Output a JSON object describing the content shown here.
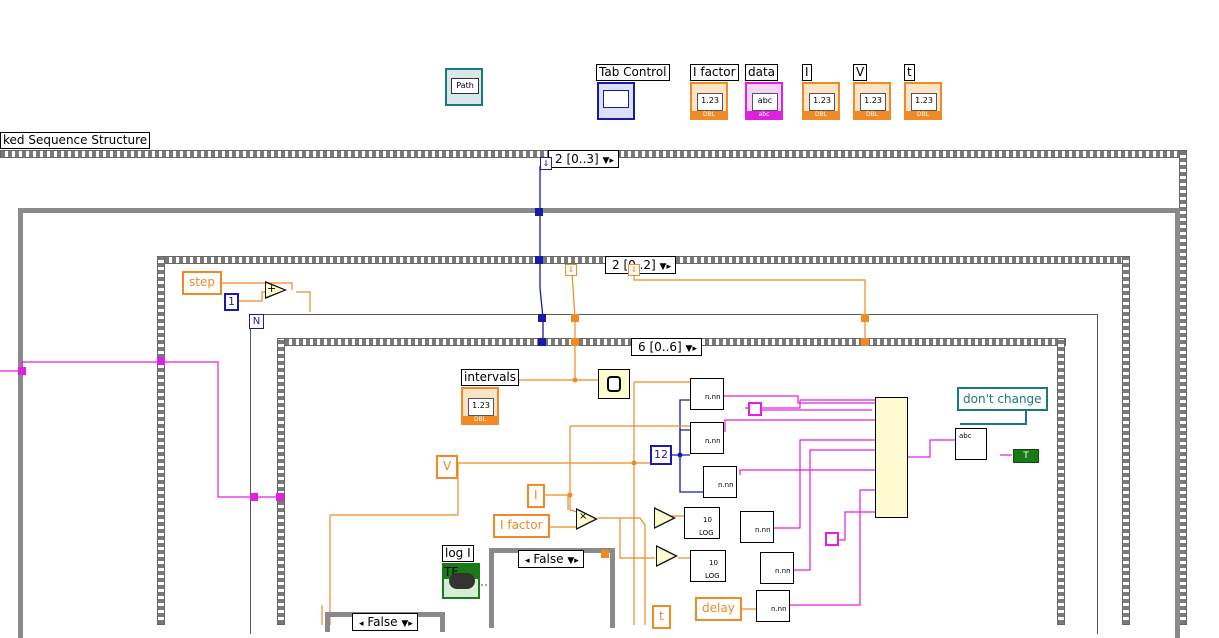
{
  "top_terminals": {
    "path_label": "Path",
    "tab_control": {
      "label": "Tab Control"
    },
    "i_factor": {
      "label": "I factor",
      "value": "1.23",
      "type": "DBL"
    },
    "data": {
      "label": "data",
      "value": "abc",
      "type": "abc"
    },
    "i": {
      "label": "I",
      "value": "1.23",
      "type": "DBL"
    },
    "v": {
      "label": "V",
      "value": "1.23",
      "type": "DBL"
    },
    "t": {
      "label": "t",
      "value": "1.23",
      "type": "DBL"
    }
  },
  "outer_structure": {
    "label": "ked Sequence Structure",
    "frame": "2 [0..3]"
  },
  "inner_sequence": {
    "frame": "2 [0..2]"
  },
  "innermost_sequence": {
    "frame": "6 [0..6]"
  },
  "for_loop": {
    "n_label": "N",
    "step_label": "step",
    "const_1": "1"
  },
  "controls": {
    "intervals": {
      "label": "intervals",
      "value": "1.23",
      "type": "DBL"
    },
    "log_i": {
      "label": "log I",
      "type": "TF"
    },
    "v_const": "V",
    "i_const": "I",
    "i_factor_const": "I factor",
    "delay_const": "delay",
    "t_const": "t",
    "num_12": "12",
    "dont_change": "don't change"
  },
  "case_structures": {
    "case1": "False",
    "case2": "False"
  },
  "functions": {
    "fmt_label": "n.nn",
    "log_label": "LOG",
    "log_ten": "10",
    "true_const": "T"
  },
  "colors": {
    "wire_orange": "#f08a24",
    "wire_blue": "#1a1aa8",
    "wire_magenta": "#e020e0",
    "terminal_green": "#1a7a1a",
    "structure_gray": "#8a8a8a"
  }
}
